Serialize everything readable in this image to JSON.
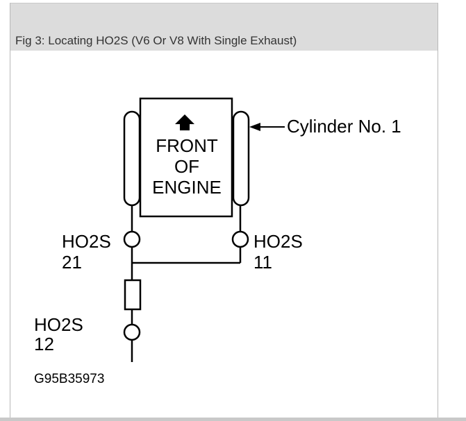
{
  "caption": "Fig 3: Locating HO2S (V6 Or V8 With Single Exhaust)",
  "engine_label": {
    "line1": "FRONT",
    "line2": "OF",
    "line3": "ENGINE"
  },
  "cylinder_label": "Cylinder No. 1",
  "sensors": {
    "s21": {
      "name": "HO2S",
      "number": "21"
    },
    "s11": {
      "name": "HO2S",
      "number": "11"
    },
    "s12": {
      "name": "HO2S",
      "number": "12"
    }
  },
  "figure_code": "G95B35973",
  "colors": {
    "caption_bar": "#dcdcdc",
    "line": "#000000"
  }
}
